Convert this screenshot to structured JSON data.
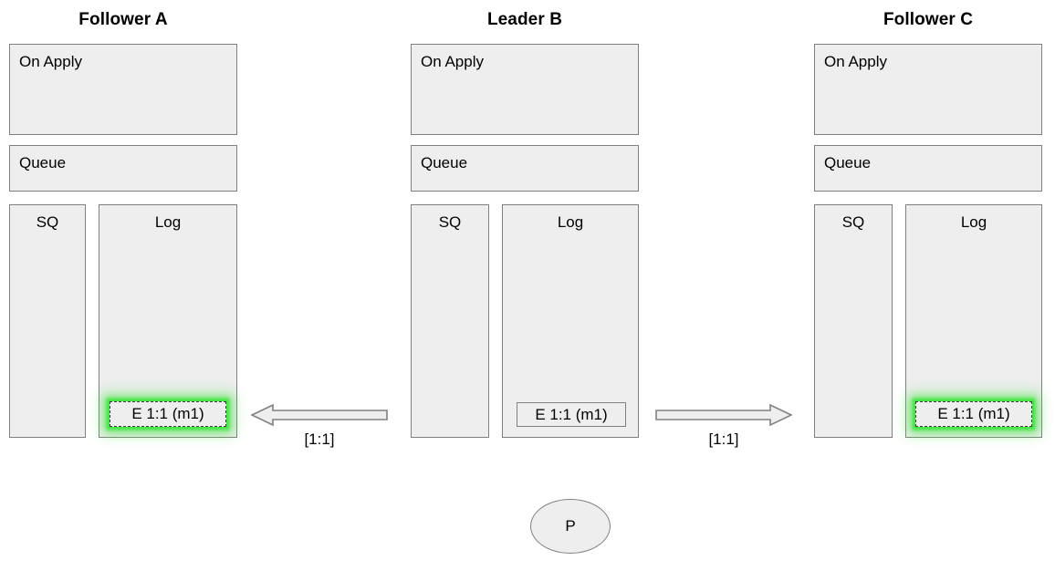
{
  "diagram": {
    "title_bar": "",
    "nodes": [
      {
        "id": "follower-a",
        "title": "Follower A",
        "on_apply_label": "On Apply",
        "queue_label": "Queue",
        "sq_label": "SQ",
        "log_label": "Log",
        "entry": {
          "text": "E 1:1 (m1)",
          "highlighted": true,
          "style": "dashed"
        }
      },
      {
        "id": "leader-b",
        "title": "Leader B",
        "on_apply_label": "On Apply",
        "queue_label": "Queue",
        "sq_label": "SQ",
        "log_label": "Log",
        "entry": {
          "text": "E 1:1 (m1)",
          "highlighted": false,
          "style": "solid"
        }
      },
      {
        "id": "follower-c",
        "title": "Follower C",
        "on_apply_label": "On Apply",
        "queue_label": "Queue",
        "sq_label": "SQ",
        "log_label": "Log",
        "entry": {
          "text": "E 1:1 (m1)",
          "highlighted": true,
          "style": "dashed"
        }
      }
    ],
    "arrows": [
      {
        "id": "arrow-leader-to-follower-a",
        "direction": "left",
        "label": "[1:1]"
      },
      {
        "id": "arrow-leader-to-follower-c",
        "direction": "right",
        "label": "[1:1]"
      }
    ],
    "client": {
      "id": "client-p",
      "label": "P"
    },
    "colors": {
      "box_fill": "#eeeeee",
      "box_border": "#808080",
      "highlight_glow": "#3ce63c",
      "entry_dashed_border": "#3b3b3b",
      "text": "#000000",
      "background": "#ffffff"
    }
  }
}
